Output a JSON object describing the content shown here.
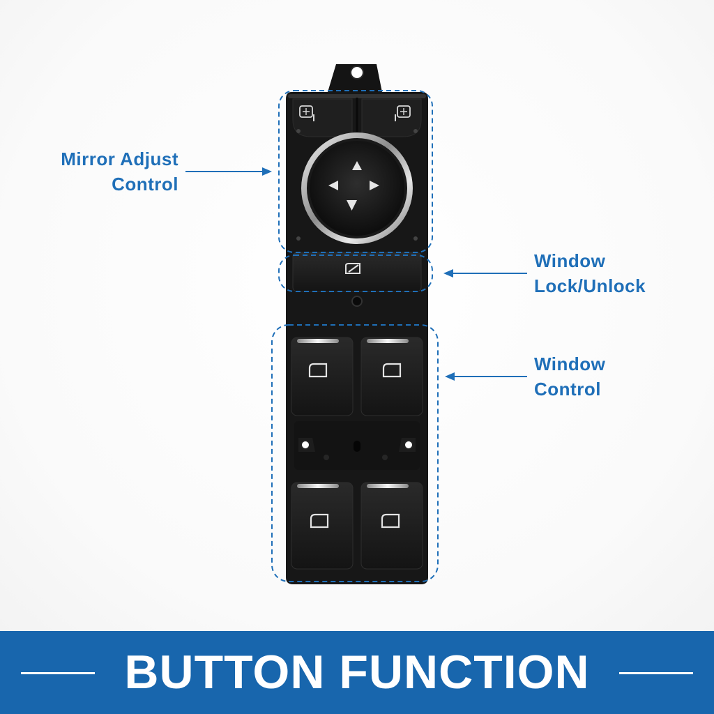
{
  "callouts": {
    "mirror": {
      "line1": "Mirror Adjust",
      "line2": "Control"
    },
    "lock": {
      "line1": "Window",
      "line2": "Lock/Unlock"
    },
    "window": {
      "line1": "Window",
      "line2": "Control"
    }
  },
  "banner": {
    "title": "BUTTON FUNCTION"
  },
  "colors": {
    "accent": "#1f6fb8",
    "banner": "#1866ad",
    "panel": "#151515",
    "chrome": "#c9c9c9"
  },
  "icons": {
    "mirror_left": "mirror-select-icon",
    "mirror_right": "mirror-select-icon",
    "lock": "window-lock-icon",
    "window": "window-icon",
    "arrows": "arrow-icon"
  }
}
